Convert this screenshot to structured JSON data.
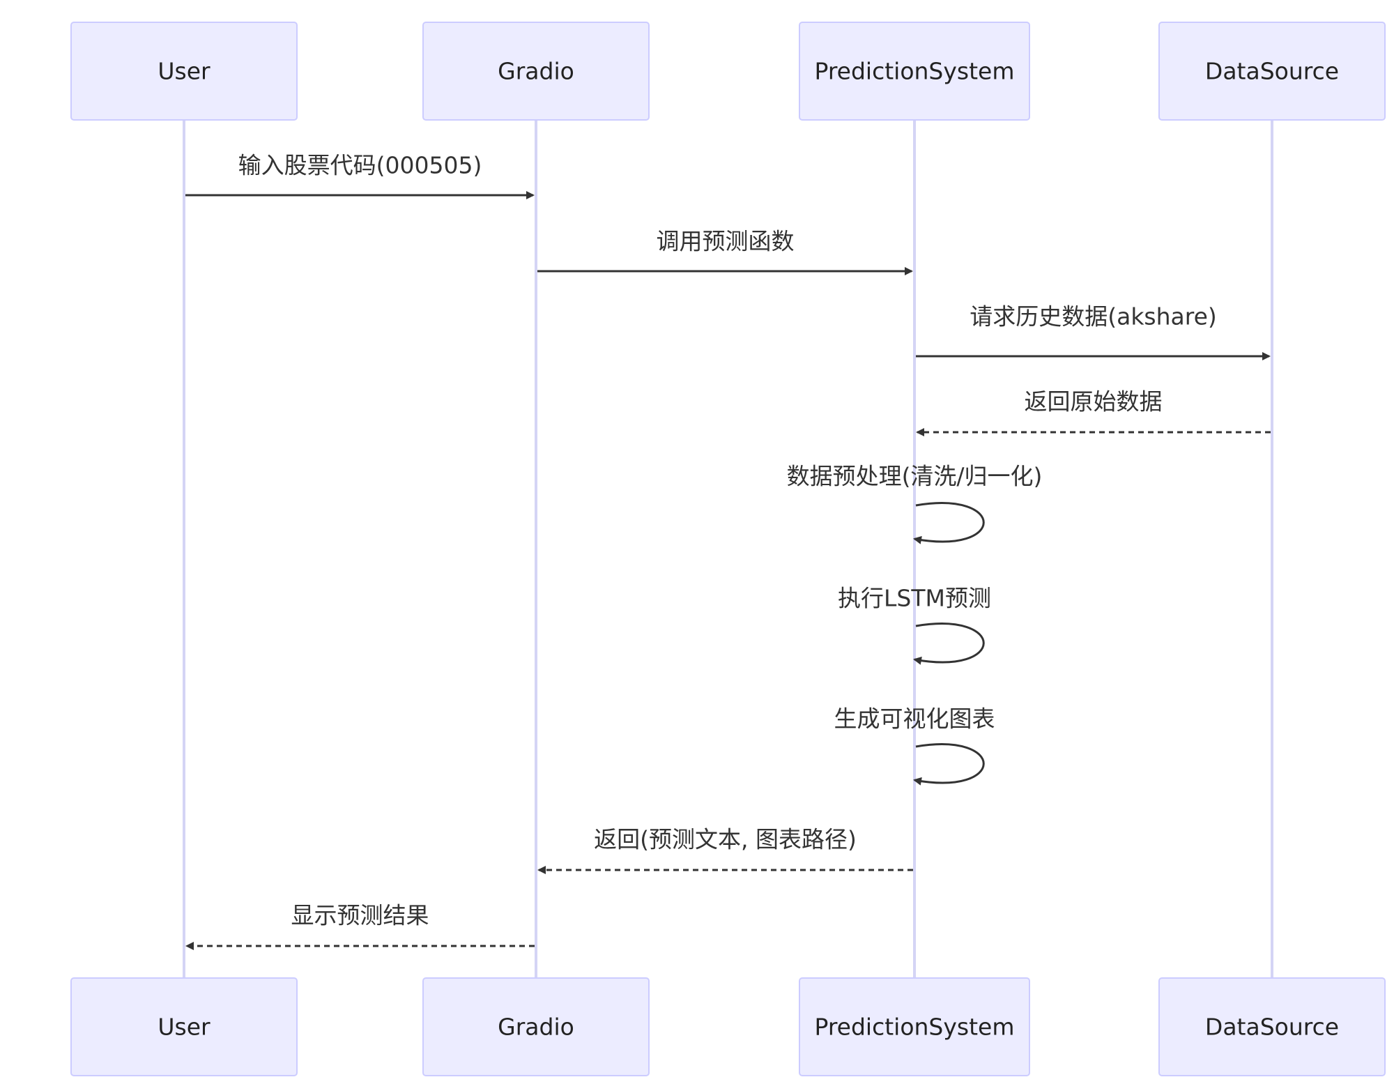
{
  "participants": [
    {
      "id": "user",
      "label": "User"
    },
    {
      "id": "gradio",
      "label": "Gradio"
    },
    {
      "id": "prediction",
      "label": "PredictionSystem"
    },
    {
      "id": "datasource",
      "label": "DataSource"
    }
  ],
  "messages": [
    {
      "from": "user",
      "to": "gradio",
      "label": "输入股票代码(000505)",
      "style": "solid"
    },
    {
      "from": "gradio",
      "to": "prediction",
      "label": "调用预测函数",
      "style": "solid"
    },
    {
      "from": "prediction",
      "to": "datasource",
      "label": "请求历史数据(akshare)",
      "style": "solid"
    },
    {
      "from": "datasource",
      "to": "prediction",
      "label": "返回原始数据",
      "style": "dashed"
    },
    {
      "from": "prediction",
      "to": "prediction",
      "label": "数据预处理(清洗/归一化)",
      "style": "solid"
    },
    {
      "from": "prediction",
      "to": "prediction",
      "label": "执行LSTM预测",
      "style": "solid"
    },
    {
      "from": "prediction",
      "to": "prediction",
      "label": "生成可视化图表",
      "style": "solid"
    },
    {
      "from": "prediction",
      "to": "gradio",
      "label": "返回(预测文本, 图表路径)",
      "style": "dashed"
    },
    {
      "from": "gradio",
      "to": "user",
      "label": "显示预测结果",
      "style": "dashed"
    }
  ],
  "colors": {
    "actor_fill": "#ECECFF",
    "actor_border": "#CCCCFF",
    "lifeline": "#D4D4F5",
    "arrow": "#333333",
    "text": "#333333"
  }
}
